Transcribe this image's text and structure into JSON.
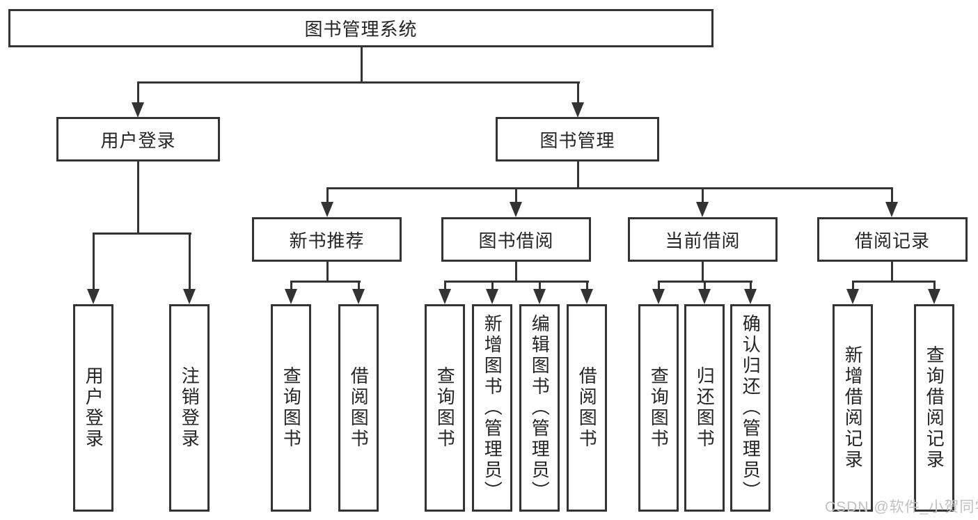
{
  "diagram": {
    "root": {
      "label": "图书管理系统"
    },
    "branches": [
      {
        "label": "用户登录",
        "children": [
          {
            "label": "用户登录"
          },
          {
            "label": "注销登录"
          }
        ]
      },
      {
        "label": "图书管理",
        "sections": [
          {
            "label": "新书推荐",
            "children": [
              {
                "label": "查询图书"
              },
              {
                "label": "借阅图书"
              }
            ]
          },
          {
            "label": "图书借阅",
            "children": [
              {
                "label": "查询图书"
              },
              {
                "label": "新增图书（管理员）"
              },
              {
                "label": "编辑图书（管理员）"
              },
              {
                "label": "借阅图书"
              }
            ]
          },
          {
            "label": "当前借阅",
            "children": [
              {
                "label": "查询图书"
              },
              {
                "label": "归还图书"
              },
              {
                "label": "确认归还（管理员）"
              }
            ]
          },
          {
            "label": "借阅记录",
            "children": [
              {
                "label": "新增借阅记录"
              },
              {
                "label": "查询借阅记录"
              }
            ]
          }
        ]
      }
    ]
  },
  "watermark": {
    "text": "CSDN @软件_小贺同学"
  },
  "colors": {
    "line": "#333333",
    "node_text": "#242424",
    "watermark": "#c1c1c1",
    "background": "#ffffff"
  }
}
